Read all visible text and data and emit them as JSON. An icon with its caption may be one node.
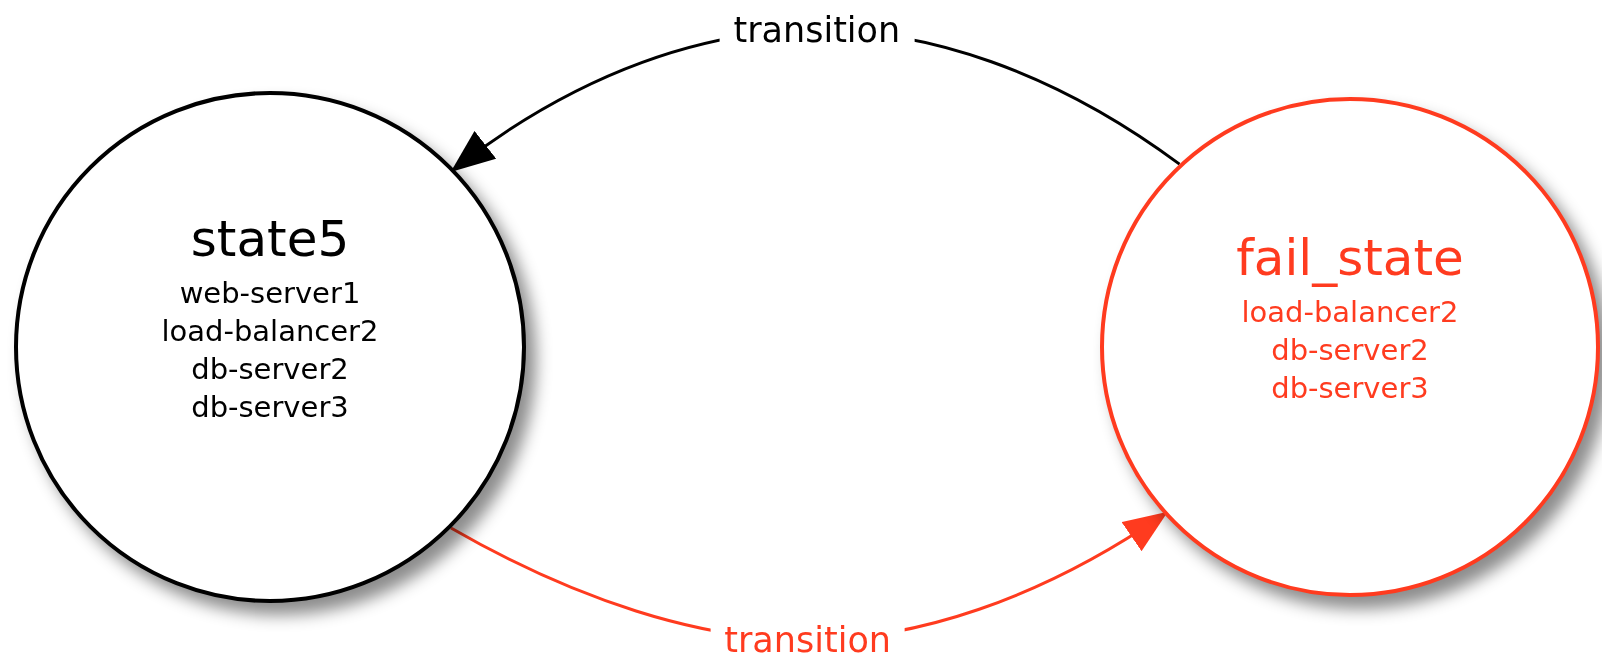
{
  "diagram": {
    "nodes": [
      {
        "text": [
          "state5",
          "web-server1",
          "load-balancer2",
          "db-server2",
          "db-server3"
        ]
      },
      {
        "text": [
          "fail_state",
          "load-balancer2",
          "db-server2",
          "db-server3"
        ]
      }
    ],
    "edges": [
      {
        "from": 1,
        "to": 0,
        "arrow": "to",
        "label": "transition"
      },
      {
        "from": 0,
        "to": 1,
        "arrow": "to",
        "label": "transition",
        "color": "#ff3b1f"
      }
    ]
  }
}
